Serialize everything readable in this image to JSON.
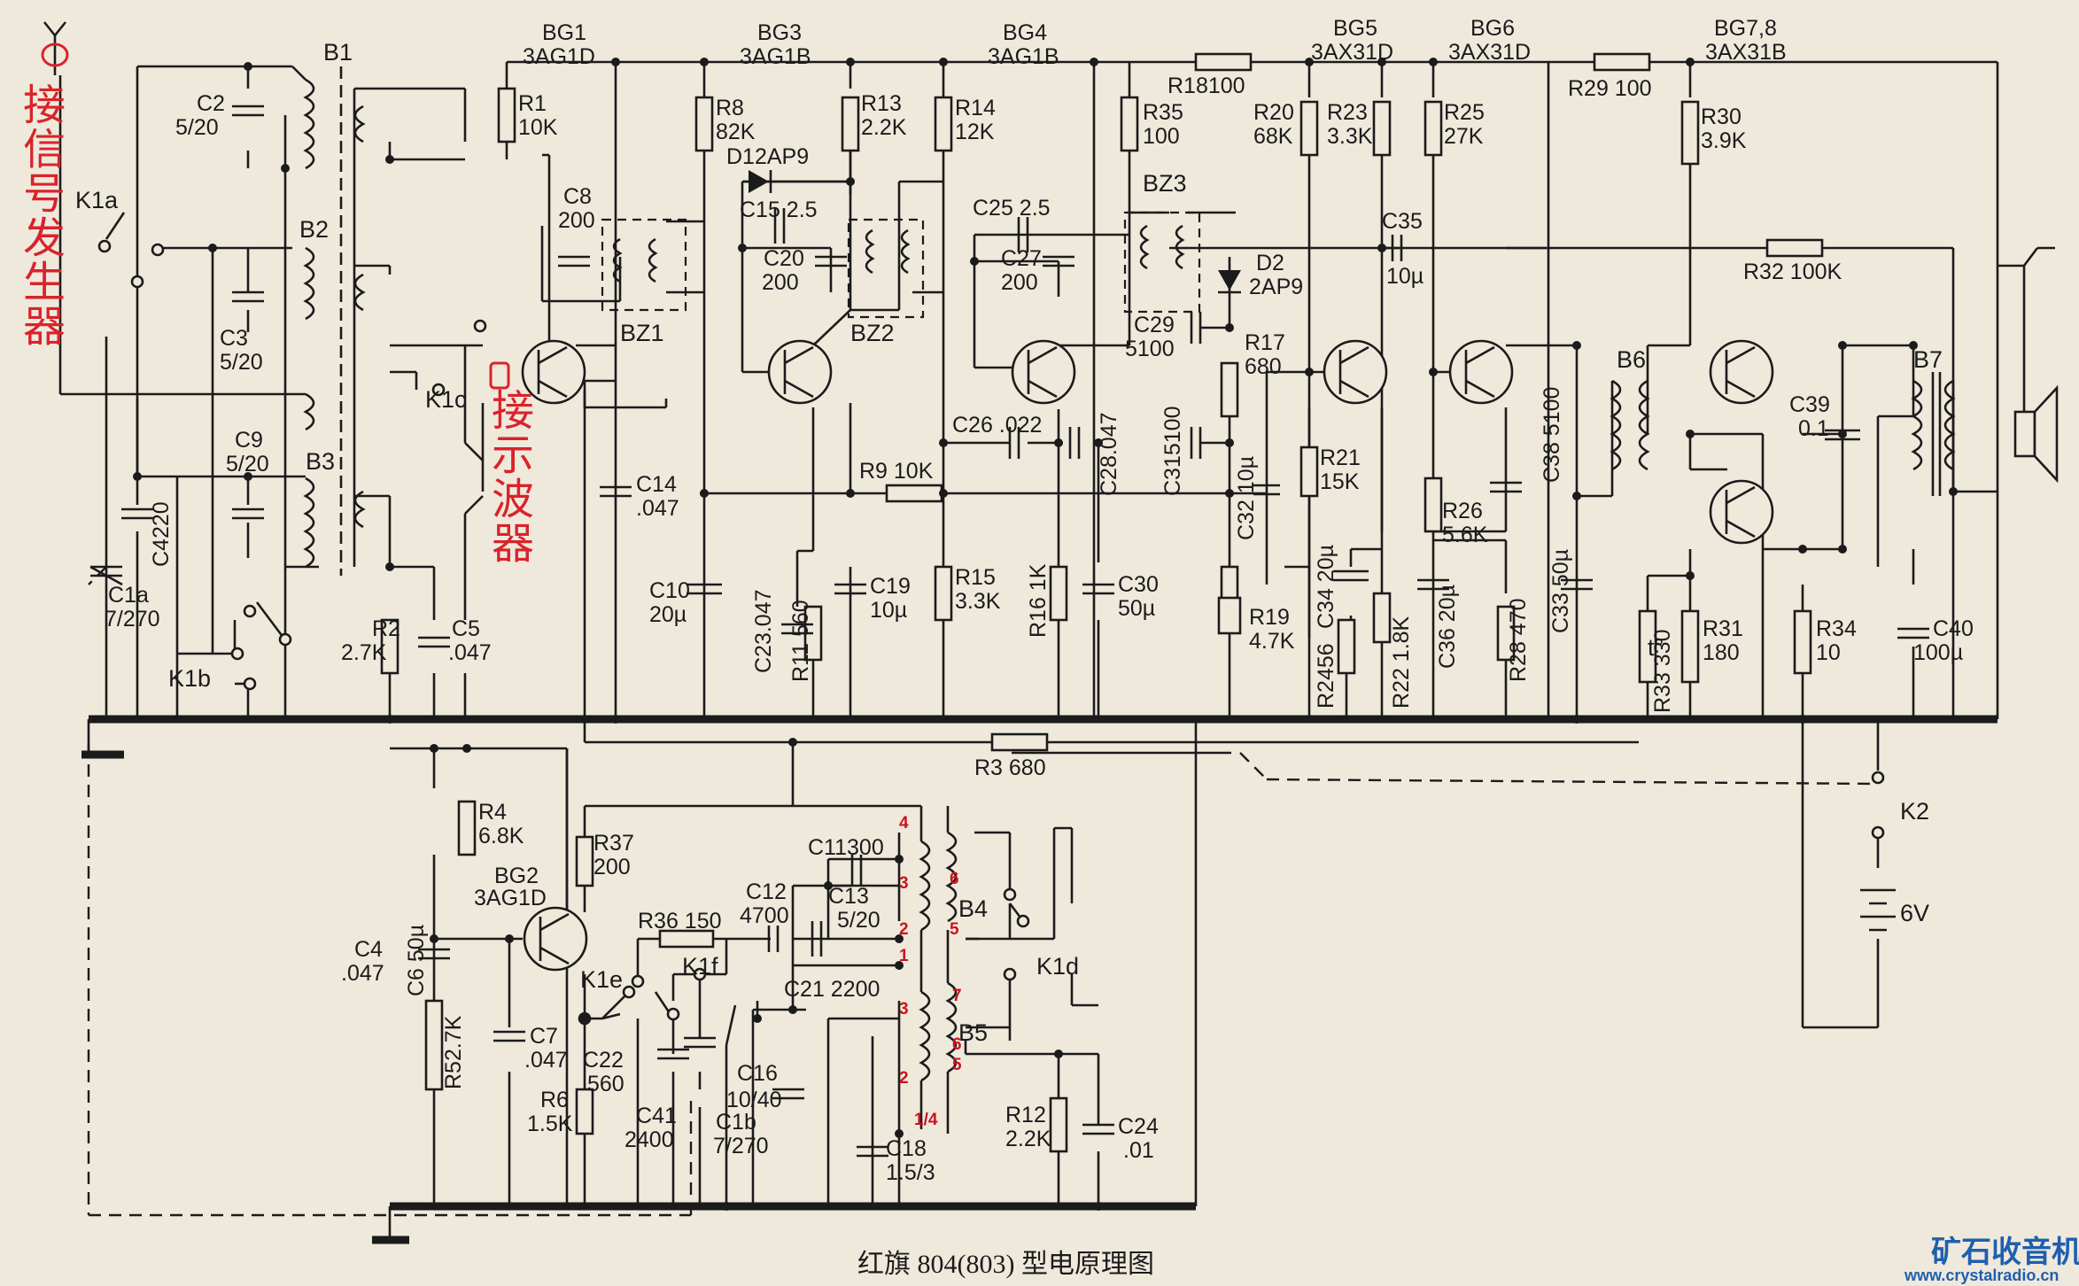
{
  "annotations": {
    "generator": [
      "接",
      "信",
      "号",
      "发",
      "生",
      "器"
    ],
    "scope": [
      "接",
      "示",
      "波",
      "器"
    ],
    "color": "#d9232b"
  },
  "caption": "红旗 804(803) 型电原理图",
  "watermark": {
    "brand": "矿石收音机",
    "site": "www.crystalradio.cn"
  },
  "transistors": [
    {
      "ref": "BG1",
      "type": "3AG1D"
    },
    {
      "ref": "BG3",
      "type": "3AG1B"
    },
    {
      "ref": "BG4",
      "type": "3AG1B"
    },
    {
      "ref": "BG5",
      "type": "3AX31D"
    },
    {
      "ref": "BG6",
      "type": "3AX31D"
    },
    {
      "ref": "BG7,8",
      "type": "3AX31B"
    },
    {
      "ref": "BG2",
      "type": "3AG1D"
    }
  ],
  "resistors": {
    "R1": [
      "R1",
      "10K"
    ],
    "R8": [
      "R8",
      "82K"
    ],
    "R13": [
      "R13",
      "2.2K"
    ],
    "R14": [
      "R14",
      "12K"
    ],
    "R18": [
      "R18100"
    ],
    "R35": [
      "R35",
      "100"
    ],
    "R20": [
      "R20",
      "68K"
    ],
    "R23": [
      "R23",
      "3.3K"
    ],
    "R25": [
      "R25",
      "27K"
    ],
    "R29": [
      "R29 100"
    ],
    "R30": [
      "R30",
      "3.9K"
    ],
    "R32": [
      "R32 100K"
    ],
    "R9": [
      "R9 10K"
    ],
    "R17": [
      "R17",
      "680"
    ],
    "R21": [
      "R21",
      "15K"
    ],
    "R15": [
      "R15",
      "3.3K"
    ],
    "R16": [
      "R16 1K"
    ],
    "R11": [
      "R11 560"
    ],
    "R19": [
      "R19",
      "4.7K"
    ],
    "R24": [
      "R2456"
    ],
    "R22": [
      "R22 1.8K"
    ],
    "R26": [
      "R26",
      "5.6K"
    ],
    "R28": [
      "R28 470"
    ],
    "R33": [
      "R33 330"
    ],
    "R31": [
      "R31",
      "180"
    ],
    "R34": [
      "R34",
      "10"
    ],
    "R2": [
      "R2",
      "2.7K"
    ],
    "R3": [
      "R3 680"
    ],
    "R4": [
      "R4",
      "6.8K"
    ],
    "R37": [
      "R37",
      "200"
    ],
    "R36": [
      "R36 150"
    ],
    "R5": [
      "R52.7K"
    ],
    "R6": [
      "R6",
      "1.5K"
    ],
    "R12": [
      "R12",
      "2.2K"
    ]
  },
  "capacitors": {
    "C2": [
      "C2",
      "5/20"
    ],
    "C3": [
      "C3",
      "5/20"
    ],
    "C9": [
      "C9",
      "5/20"
    ],
    "C4": [
      "C4220"
    ],
    "C1a": [
      "C1a",
      "7/270"
    ],
    "C5": [
      "C5",
      ".047"
    ],
    "C8": [
      "C8",
      "200"
    ],
    "C15": [
      "C15 2.5"
    ],
    "C20": [
      "C20",
      "200"
    ],
    "C25": [
      "C25 2.5"
    ],
    "C27": [
      "C27",
      "200"
    ],
    "C29": [
      "C29",
      "5100"
    ],
    "C14": [
      "C14",
      ".047"
    ],
    "C26": [
      "C26 .022"
    ],
    "C28": [
      "C28.047"
    ],
    "C31": [
      "C315100"
    ],
    "C32": [
      "C32 10µ"
    ],
    "C35": [
      "C35",
      "10µ"
    ],
    "C10": [
      "C10",
      "20µ"
    ],
    "C23": [
      "C23.047"
    ],
    "C19": [
      "C19",
      "10µ"
    ],
    "C30": [
      "C30",
      "50µ"
    ],
    "C34": [
      "C34 20µ"
    ],
    "C36": [
      "C36 20µ"
    ],
    "C38": [
      "C38 5100"
    ],
    "C33": [
      "C33 50µ"
    ],
    "C39": [
      "C39",
      "0.1"
    ],
    "C40": [
      "C40",
      "100µ"
    ],
    "C4b": [
      "C4",
      ".047"
    ],
    "C6": [
      "C6 50µ"
    ],
    "C7": [
      "C7",
      ".047"
    ],
    "C11": [
      "C11300"
    ],
    "C12": [
      "C12",
      "4700"
    ],
    "C13": [
      "C13",
      "5/20"
    ],
    "C21": [
      "C21 2200"
    ],
    "C22": [
      "C22",
      "560"
    ],
    "C41": [
      "C41",
      "2400"
    ],
    "C16": [
      "C16",
      "10/40"
    ],
    "C1b": [
      "C1b",
      "7/270"
    ],
    "C18": [
      "C18",
      "1.5/3"
    ],
    "C24": [
      "C24",
      ".01"
    ]
  },
  "diodes": {
    "D1": [
      "D12AP9"
    ],
    "D2": [
      "D2",
      "2AP9"
    ]
  },
  "transformers": {
    "B1": "B1",
    "B2": "B2",
    "B3": "B3",
    "B4": "B4",
    "B5": "B5",
    "B6": "B6",
    "B7": "B7",
    "BZ1": "BZ1",
    "BZ2": "BZ2",
    "BZ3": "BZ3"
  },
  "switches": {
    "K1a": "K1a",
    "K1b": "K1b",
    "K1c": "K1c",
    "K1d": "K1d",
    "K1e": "K1e",
    "K1f": "K1f",
    "K2": "K2"
  },
  "battery": "6V",
  "thermistor": "t°",
  "pins": {
    "b4": [
      "4",
      "3",
      "2",
      "1",
      "6",
      "5"
    ],
    "b5": [
      "3",
      "2",
      "1/4",
      "7",
      "6",
      "5"
    ]
  }
}
